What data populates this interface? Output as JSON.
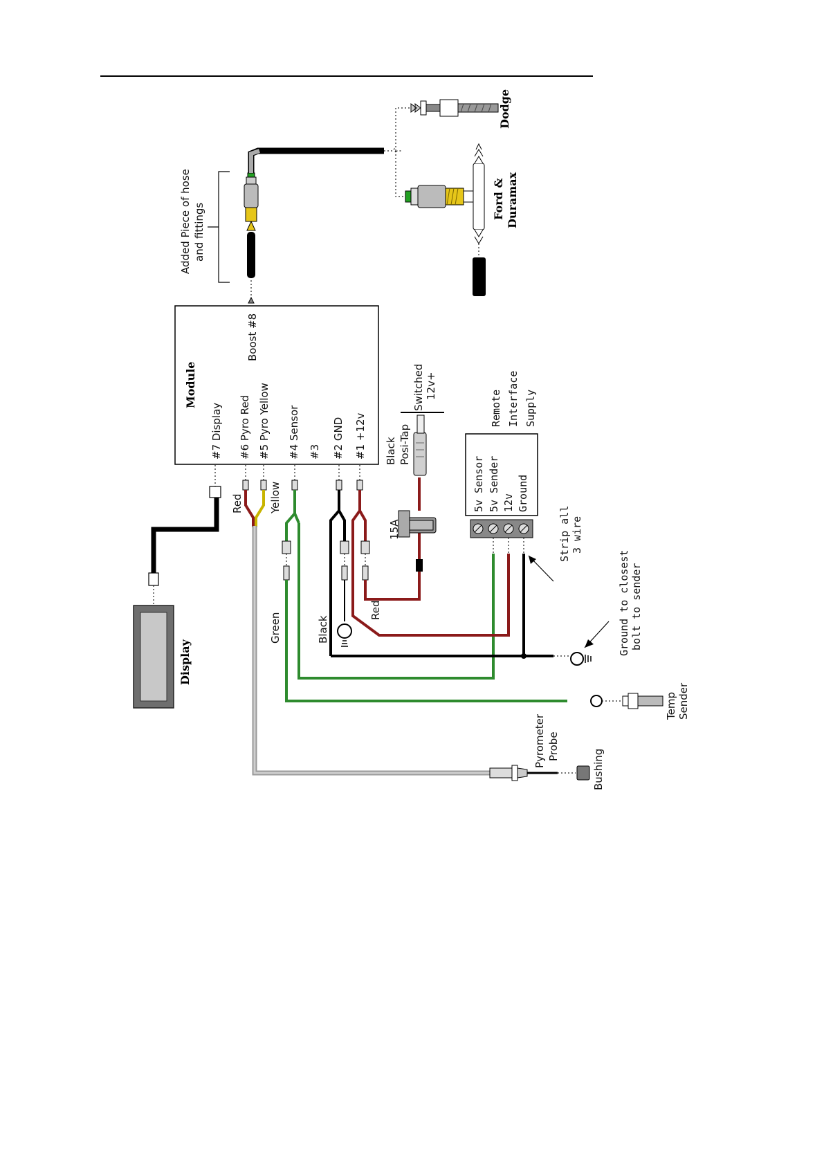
{
  "module": {
    "title": "Module",
    "pins": {
      "p7": "#7  Display",
      "p6": "#6  Pyro Red",
      "p5": "#5  Pyro Yellow",
      "p4": "#4   Sensor",
      "p3": "#3",
      "p2": "#2  GND",
      "p1": "#1  +12v",
      "p8": "Boost #8"
    }
  },
  "labels": {
    "display": "Display",
    "added_hose_1": "Added Piece of hose",
    "added_hose_2": "and fittings",
    "dodge": "Dodge",
    "ford_1": "Ford &",
    "ford_2": "Duramax",
    "red_wire_pyro": "Red",
    "yellow_wire": "Yellow",
    "green_wire": "Green",
    "black_wire": "Black",
    "red_wire_power": "Red",
    "fuse": "15A",
    "posi_1": "Black",
    "posi_2": "Posi-Tap",
    "switched_1": "Switched",
    "switched_2": "12v+",
    "remote_1": "Remote",
    "remote_2": "Interface",
    "remote_3": "Supply",
    "terminal_1": "5v Sensor",
    "terminal_2": "5v Sender",
    "terminal_3": "12v",
    "terminal_4": "Ground",
    "strip_1": "Strip all",
    "strip_2": "3 wire",
    "ground_1": "Ground to closest",
    "ground_2": "bolt to sender",
    "temp_1": "Temp",
    "temp_2": "Sender",
    "pyro_1": "Pyrometer",
    "pyro_2": "Probe",
    "bushing": "Bushing"
  },
  "colors": {
    "wire_red": "#8b1a1a",
    "wire_green": "#2e8b2e",
    "wire_yellow": "#c8b400",
    "wire_black": "#000000",
    "wire_gray": "#b0b0b0",
    "fitting_yellow": "#e6c619",
    "fitting_green": "#22a022",
    "fitting_gray": "#bbbbbb"
  }
}
